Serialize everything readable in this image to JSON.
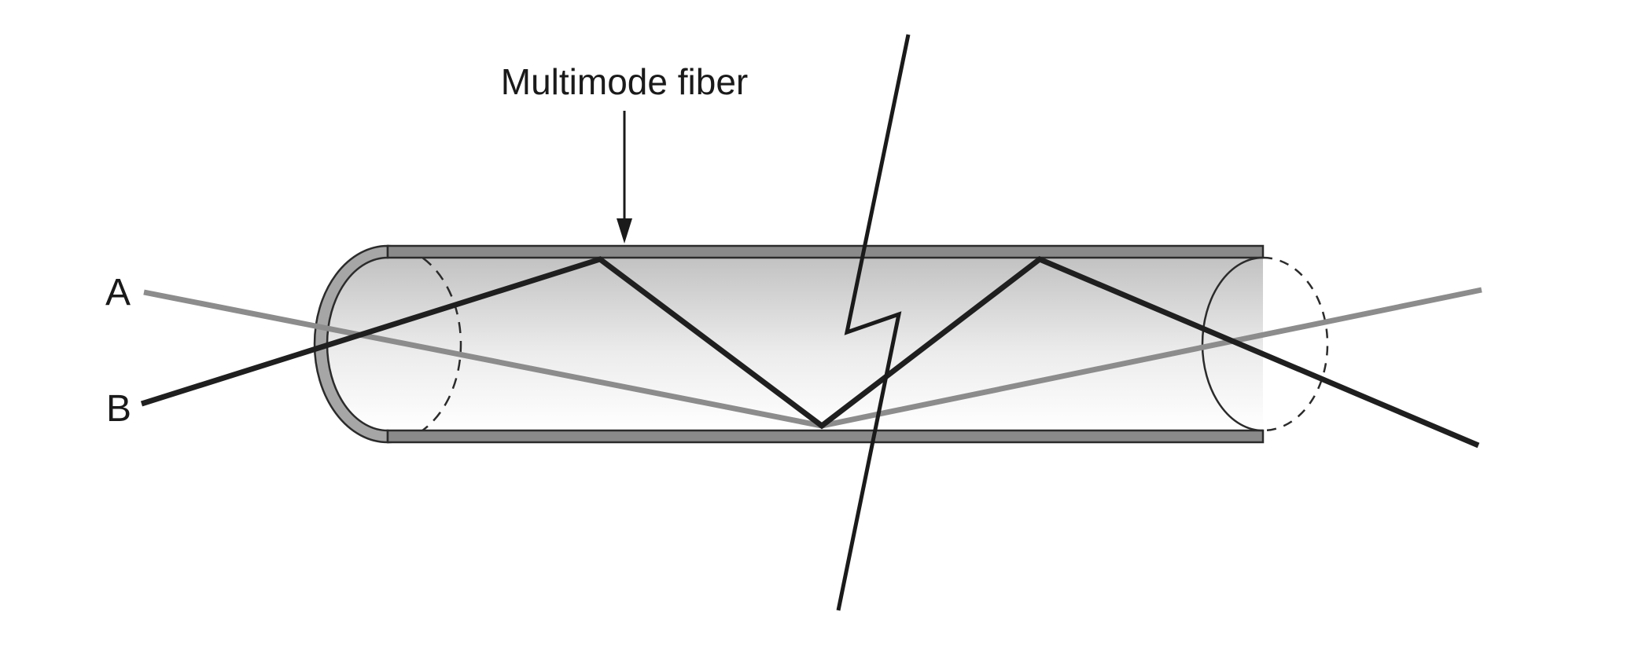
{
  "title": "Multimode fiber",
  "ray_labels": {
    "a": "A",
    "b": "B"
  },
  "colors": {
    "background": "#ffffff",
    "cladding": "#8a8a8a",
    "cladding_edge": "#2b2b2b",
    "core_gradient_top": "#c4c4c4",
    "core_gradient_bottom": "#ffffff",
    "ray_a": "#8c8c8c",
    "ray_b": "#1f1f1f",
    "break_line": "#1a1a1a"
  }
}
